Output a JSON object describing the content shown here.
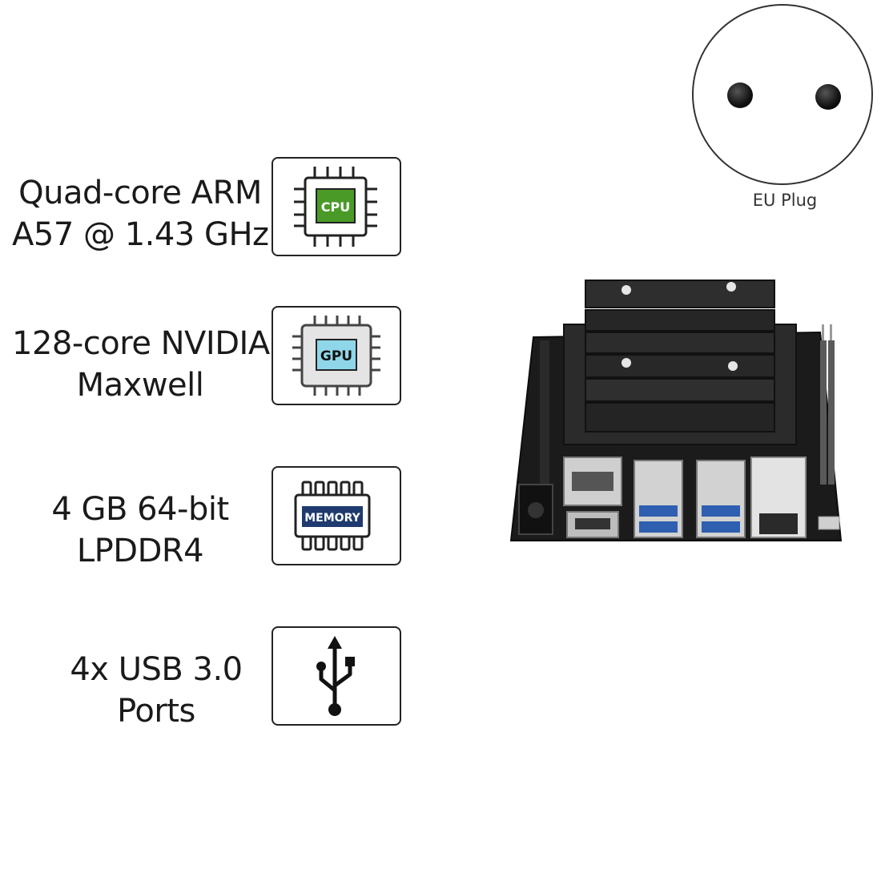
{
  "specs": [
    {
      "line1": "Quad-core ARM",
      "line2": "A57 @ 1.43 GHz",
      "icon": "cpu-icon",
      "icon_label": "CPU",
      "icon_color": "#4a9a28"
    },
    {
      "line1": "128-core NVIDIA",
      "line2": "Maxwell",
      "icon": "gpu-icon",
      "icon_label": "GPU",
      "icon_color": "#8fd6e8"
    },
    {
      "line1": "4 GB 64-bit",
      "line2": "LPDDR4",
      "icon": "memory-icon",
      "icon_label": "MEMORY",
      "icon_color": "#1e3a6e"
    },
    {
      "line1": "4x USB 3.0",
      "line2": "Ports",
      "icon": "usb-icon"
    }
  ],
  "plug": {
    "label": "EU Plug",
    "icon": "eu-plug-icon"
  },
  "product": {
    "icon": "developer-board-image"
  }
}
